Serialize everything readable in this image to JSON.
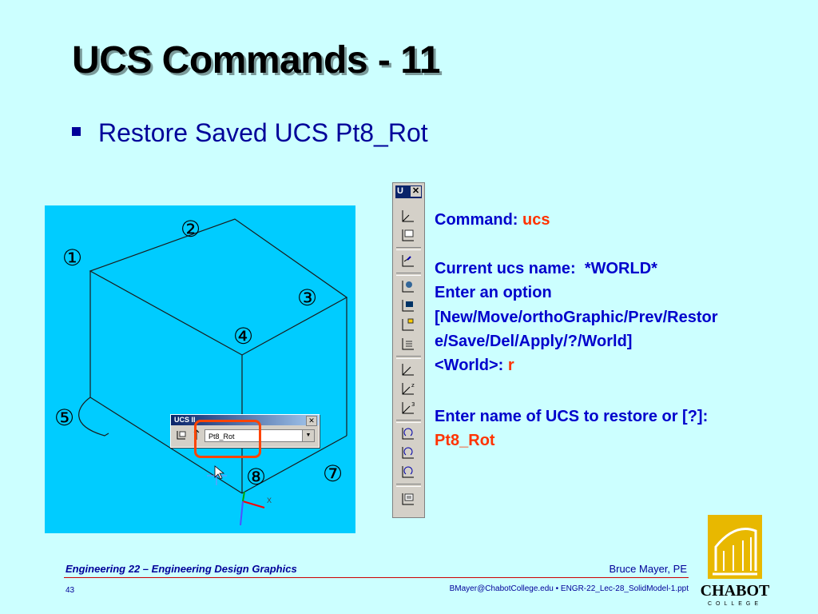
{
  "slide": {
    "title": "UCS Commands - 11",
    "bullet": "Restore Saved UCS Pt8_Rot"
  },
  "drawing": {
    "markers": [
      "①",
      "②",
      "③",
      "④",
      "⑤",
      "⑦",
      "⑧"
    ],
    "ucs_dialog": {
      "title": "UCS II",
      "selected_value": "Pt8_Rot",
      "close_label": "✕"
    },
    "axis_label_x": "X"
  },
  "toolbar": {
    "title_glyph": "U",
    "close_label": "✕"
  },
  "command": {
    "line1_label": "Command: ",
    "line1_value": "ucs",
    "line2": "Current ucs name:  *WORLD*",
    "line3": "Enter an option",
    "line4": "[New/Move/orthoGraphic/Prev/Restor",
    "line5": "e/Save/Del/Apply/?/World]",
    "line6_label": "<World>: ",
    "line6_value": "r",
    "line7": "Enter name of UCS to restore or [?]:",
    "line8_value": "Pt8_Rot"
  },
  "footer": {
    "course": "Engineering 22 – Engineering Design Graphics",
    "author": "Bruce Mayer, PE",
    "page": "43",
    "email": "BMayer@ChabotCollege.edu  • ENGR-22_Lec-28_SolidModel-1.ppt"
  },
  "logo": {
    "name": "CHABOT",
    "sub": "COLLEGE"
  },
  "colors": {
    "background": "#ccffff",
    "drawing_bg": "#00ccff",
    "text_blue": "#000099",
    "command_blue": "#0000cc",
    "highlight": "#ff3300"
  }
}
